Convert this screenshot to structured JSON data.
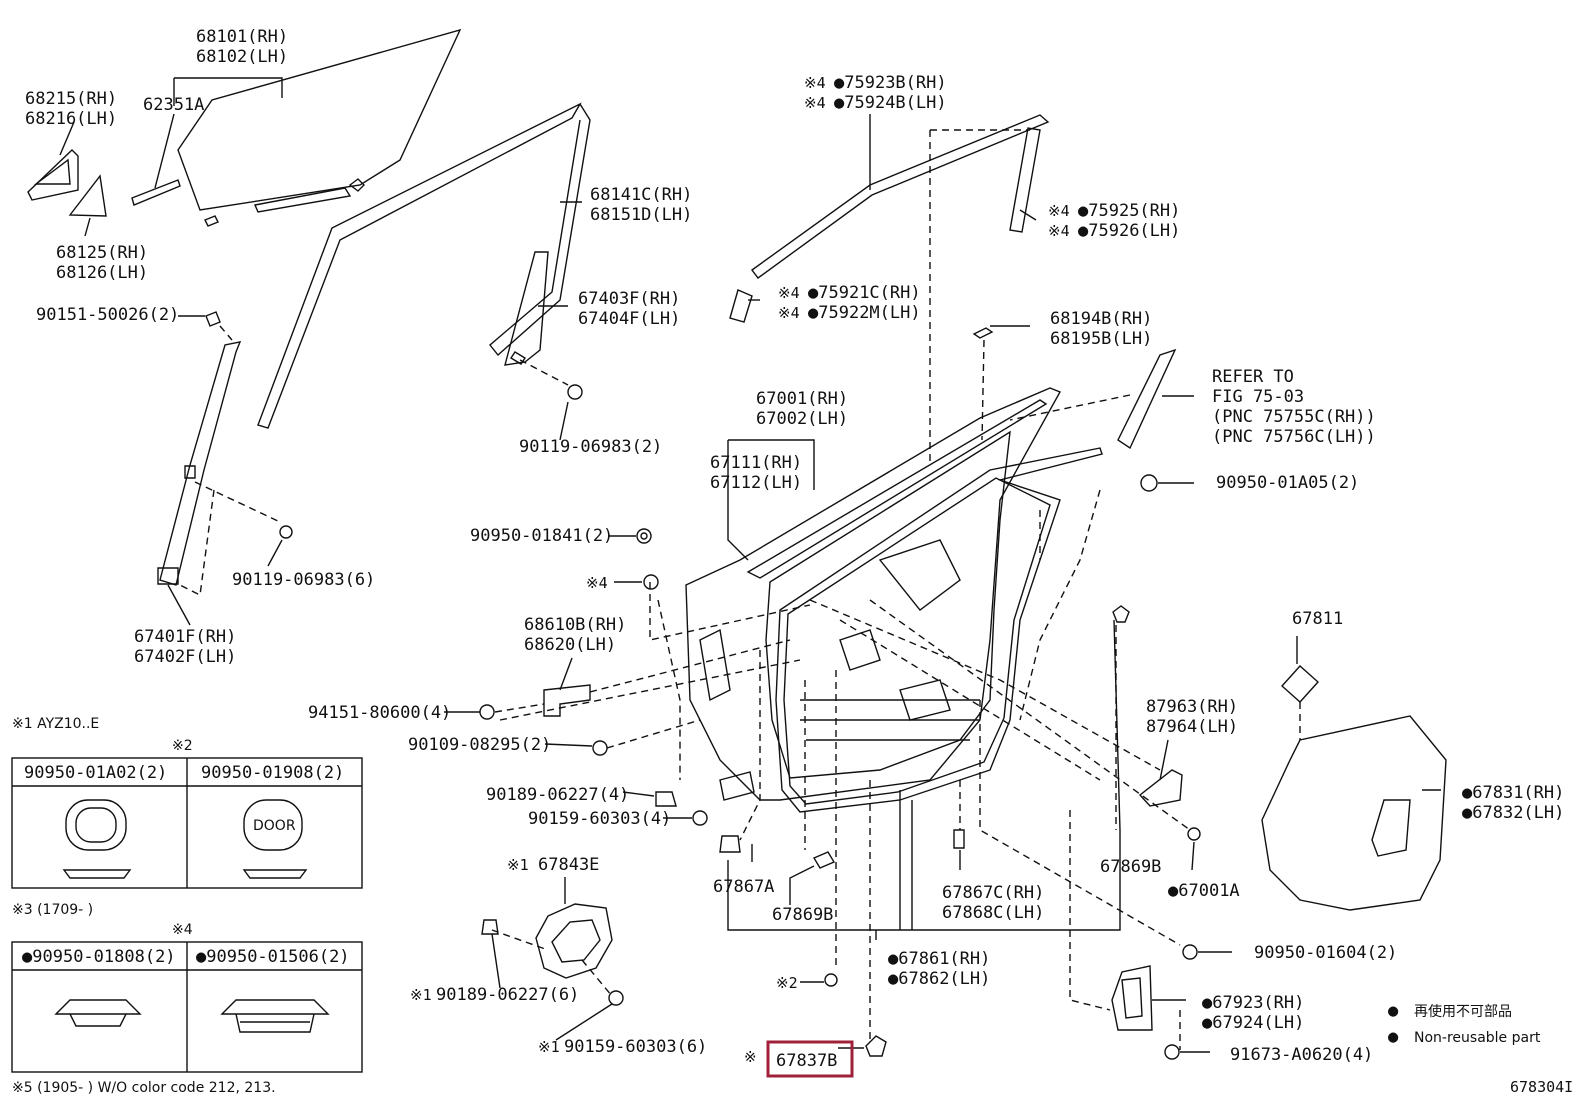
{
  "labels": {
    "p68101": "68101(RH)",
    "p68102": "68102(LH)",
    "p62351": "62351A",
    "p68215": "68215(RH)",
    "p68216": "68216(LH)",
    "p68125": "68125(RH)",
    "p68126": "68126(LH)",
    "p68141": "68141C(RH)",
    "p68151": "68151D(LH)",
    "p67403": "67403F(RH)",
    "p67404": "67404F(LH)",
    "p90151": "90151-50026(2)",
    "p90119a": "90119-06983(2)",
    "p90119b": "90119-06983(6)",
    "p67401": "67401F(RH)",
    "p67402": "67402F(LH)",
    "p75923": "75923B(RH)",
    "p75924": "75924B(LH)",
    "p75925": "75925(RH)",
    "p75926": "75926(LH)",
    "p75921": "75921C(RH)",
    "p75922": "75922M(LH)",
    "p68194": "68194B(RH)",
    "p68195": "68195B(LH)",
    "refer1": "REFER TO",
    "refer2": "FIG 75-03",
    "refer3": "(PNC 75755C(RH))",
    "refer4": "(PNC 75756C(LH))",
    "p67001": "67001(RH)",
    "p67002": "67002(LH)",
    "p67111": "67111(RH)",
    "p67112": "67112(LH)",
    "p90950a05": "90950-01A05(2)",
    "p90950_01841": "90950-01841(2)",
    "p68610": "68610B(RH)",
    "p68620": "68620(LH)",
    "p94151": "94151-80600(4)",
    "p90109": "90109-08295(2)",
    "p90189a": "90189-06227(4)",
    "p90159a": "90159-60303(4)",
    "p67811": "67811",
    "p87963": "87963(RH)",
    "p87964": "87964(LH)",
    "p67831": "67831(RH)",
    "p67832": "67832(LH)",
    "p67843": "67843E",
    "p67867a": "67867A",
    "p67869b_1": "67869B",
    "p67869b_2": "67869B",
    "p67001a": "67001A",
    "p67867c": "67867C(RH)",
    "p67868c": "67868C(LH)",
    "p67861": "67861(RH)",
    "p67862": "67862(LH)",
    "p90950_01604": "90950-01604(2)",
    "p90189b": "90189-06227(6)",
    "p90159b": "90159-60303(6)",
    "p67923": "67923(RH)",
    "p67924": "67924(LH)",
    "p91673": "91673-A0620(4)",
    "p67837": "67837B",
    "figure_no": "678304I"
  },
  "marks": {
    "ref_mark": "※",
    "bullet": "●",
    "n1": "1",
    "n2": "2",
    "n4": "4"
  },
  "notes": {
    "note1": "※1 AYZ10..E",
    "note2": "※2",
    "note3": "※3 (1709-      )",
    "note4": "※4",
    "note5": "※5 (1905-      ) W/O color code 212, 213.",
    "door_text": "DOOR",
    "legend_jp": "再使用不可部品",
    "legend_en": "Non-reusable part"
  },
  "tables": {
    "t1": {
      "c1": "90950-01A02(2)",
      "c2": "90950-01908(2)"
    },
    "t2": {
      "c1": "90950-01808(2)",
      "c2": "90950-01506(2)"
    }
  },
  "highlight_part": "67837B",
  "colors": {
    "highlight": "#a0203a",
    "line": "#111111"
  }
}
